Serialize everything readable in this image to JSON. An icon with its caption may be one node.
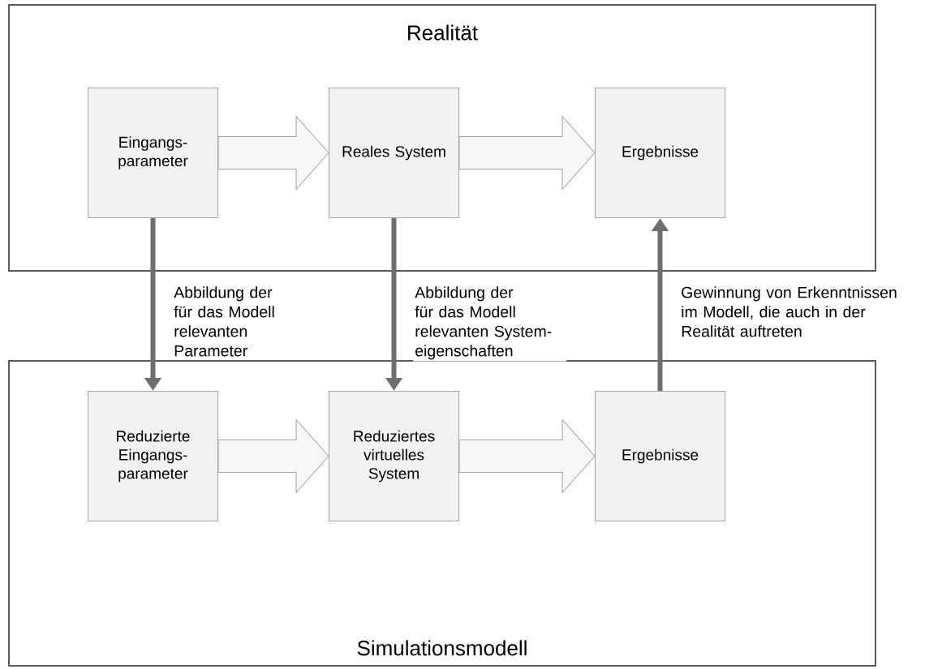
{
  "diagram": {
    "nodes": [
      {
        "text": [
          "Realität"
        ]
      },
      {
        "text": [
          "Eingangs- parameter"
        ],
        "in": 0
      },
      {
        "text": [
          "Reales System"
        ],
        "in": 0
      },
      {
        "text": [
          "Ergebnisse"
        ],
        "in": 0
      },
      {
        "text": [
          "Simulationsmodell"
        ]
      },
      {
        "text": [
          "Reduzierte Eingangs- parameter"
        ],
        "in": 4
      },
      {
        "text": [
          "Reduziertes virtuelles System"
        ],
        "in": 4
      },
      {
        "text": [
          "Ergebnisse"
        ],
        "in": 4
      }
    ],
    "edges": [
      {
        "from": 1,
        "to": 2,
        "arrow": "to"
      },
      {
        "from": 2,
        "to": 3,
        "arrow": "to"
      },
      {
        "from": 1,
        "to": 5,
        "arrow": "to",
        "color": "#6e6e6e",
        "label": "Abbildung der für das Modell relevanten Parameter"
      },
      {
        "from": 2,
        "to": 6,
        "arrow": "to",
        "color": "#6e6e6e",
        "label": "Abbildung der für das Modell relevanten System- eigenschaften"
      },
      {
        "from": 7,
        "to": 3,
        "arrow": "to",
        "color": "#6e6e6e",
        "label": "Gewinnung von Erkenntnissen im Modell, die auch in der Realität auftreten"
      },
      {
        "from": 5,
        "to": 6,
        "arrow": "to"
      },
      {
        "from": 6,
        "to": 7,
        "arrow": "to"
      }
    ]
  }
}
